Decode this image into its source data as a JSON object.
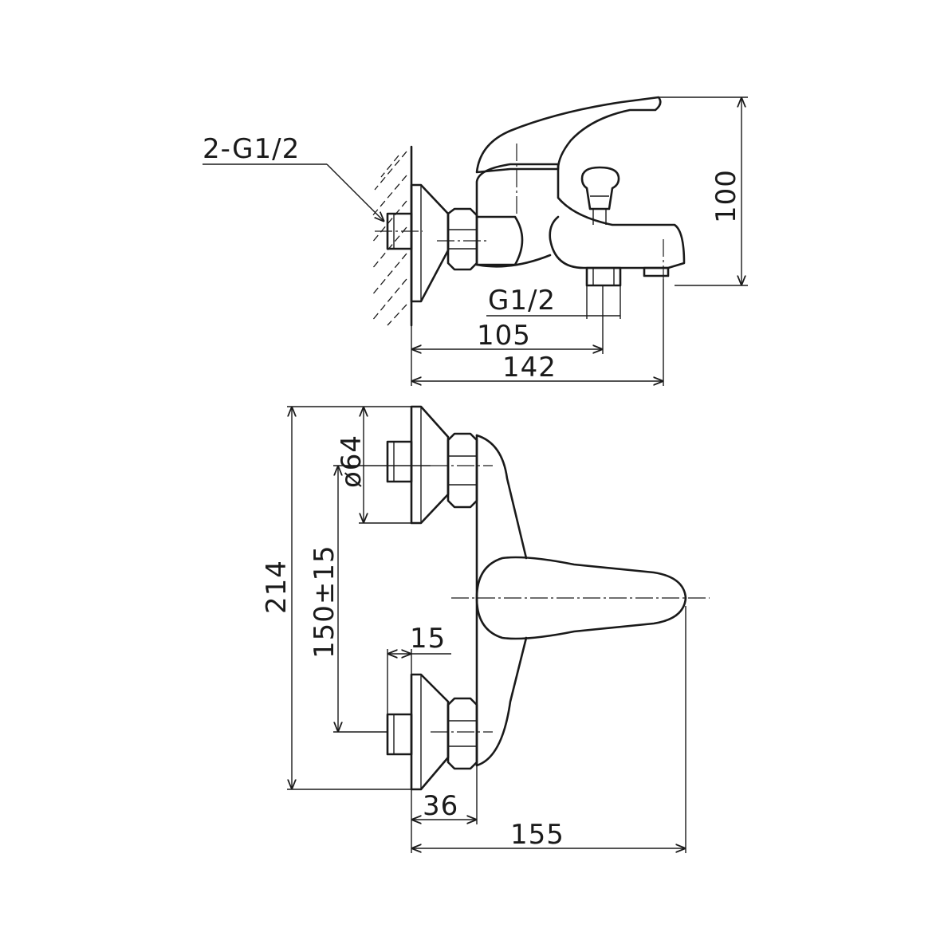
{
  "drawing": {
    "side_view": {
      "thread_inlet_label": "2-G1/2",
      "thread_outlet_label": "G1/2",
      "dim_outlet_distance": "105",
      "dim_total_depth": "142",
      "dim_height": "100"
    },
    "top_view": {
      "dim_escutcheon_diameter": "ø64",
      "dim_centers": "150±15",
      "dim_overall_width": "214",
      "dim_connector_offset": "15",
      "dim_body_depth": "36",
      "dim_total_projection": "155"
    }
  }
}
